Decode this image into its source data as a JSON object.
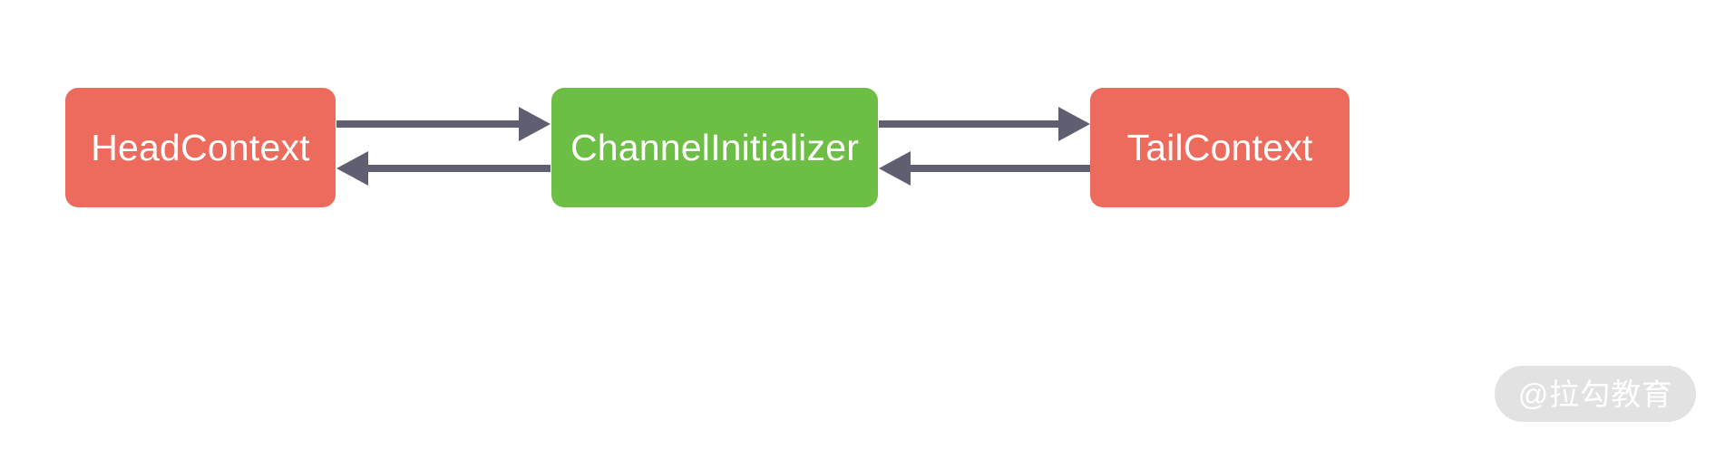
{
  "diagram": {
    "type": "flow",
    "background": "#ffffff",
    "nodes": [
      {
        "id": "head",
        "label": "HeadContext",
        "color": "#ec6b5c",
        "shape": "rounded-rectangle"
      },
      {
        "id": "initializer",
        "label": "ChannelInitializer",
        "color": "#6cbe45",
        "shape": "rounded-rectangle"
      },
      {
        "id": "tail",
        "label": "TailContext",
        "color": "#ec6b5c",
        "shape": "rounded-rectangle"
      }
    ],
    "edges": [
      {
        "id": "head-to-initializer",
        "from": "head",
        "to": "initializer",
        "direction": "right",
        "label": "",
        "color": "#5f5f71"
      },
      {
        "id": "initializer-to-head",
        "from": "initializer",
        "to": "head",
        "direction": "left",
        "label": "",
        "color": "#5f5f71"
      },
      {
        "id": "initializer-to-tail",
        "from": "initializer",
        "to": "tail",
        "direction": "right",
        "label": "",
        "color": "#5f5f71"
      },
      {
        "id": "tail-to-initializer",
        "from": "tail",
        "to": "initializer",
        "direction": "left",
        "label": "",
        "color": "#5f5f71"
      }
    ]
  },
  "watermark": {
    "text": "@拉勾教育",
    "pill_color": "#e2e2e2",
    "text_color": "#ffffff"
  }
}
